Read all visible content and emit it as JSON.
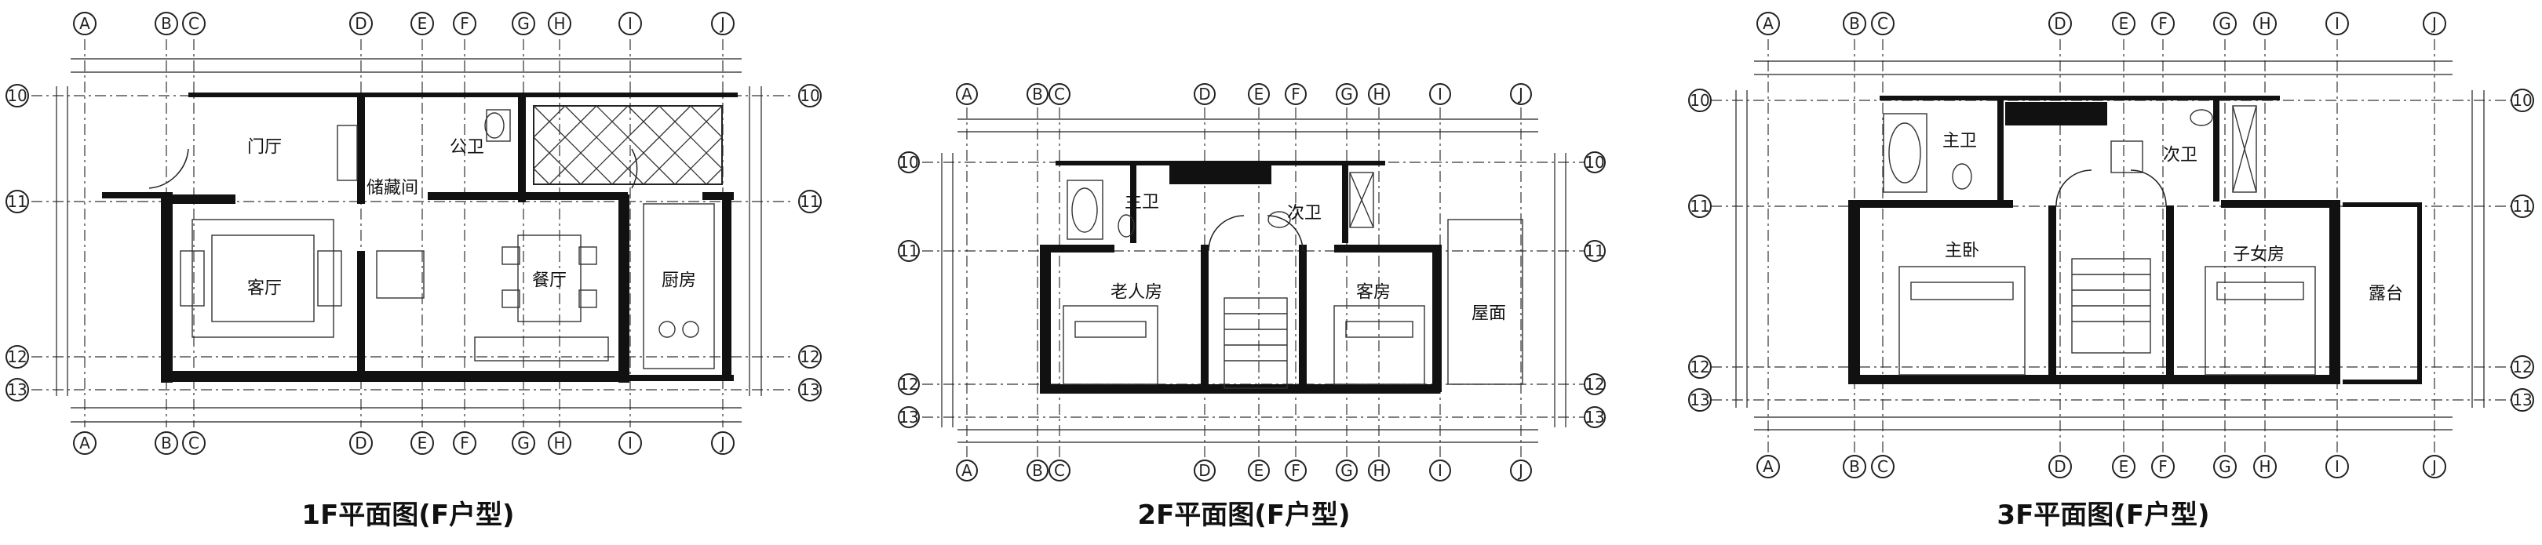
{
  "plans": [
    {
      "id": "plan-1f",
      "title": "1F平面图(F户型)",
      "col_labels": [
        "A",
        "B",
        "C",
        "D",
        "E",
        "F",
        "G",
        "H",
        "I",
        "J"
      ],
      "row_labels": [
        "10",
        "11",
        "12",
        "13"
      ],
      "rooms": [
        {
          "name": "门厅"
        },
        {
          "name": "储藏间"
        },
        {
          "name": "公卫"
        },
        {
          "name": "客厅"
        },
        {
          "name": "餐厅"
        },
        {
          "name": "厨房"
        }
      ]
    },
    {
      "id": "plan-2f",
      "title": "2F平面图(F户型)",
      "col_labels": [
        "A",
        "B",
        "C",
        "D",
        "E",
        "F",
        "G",
        "H",
        "I",
        "J"
      ],
      "row_labels": [
        "10",
        "11",
        "12",
        "13"
      ],
      "rooms": [
        {
          "name": "主卫"
        },
        {
          "name": "次卫"
        },
        {
          "name": "老人房"
        },
        {
          "name": "客房"
        },
        {
          "name": "屋面"
        }
      ]
    },
    {
      "id": "plan-3f",
      "title": "3F平面图(F户型)",
      "col_labels": [
        "A",
        "B",
        "C",
        "D",
        "E",
        "F",
        "G",
        "H",
        "I",
        "J"
      ],
      "row_labels": [
        "10",
        "11",
        "12",
        "13"
      ],
      "rooms": [
        {
          "name": "主卫"
        },
        {
          "name": "次卫"
        },
        {
          "name": "主卧"
        },
        {
          "name": "子女房"
        },
        {
          "name": "露台"
        }
      ]
    }
  ]
}
